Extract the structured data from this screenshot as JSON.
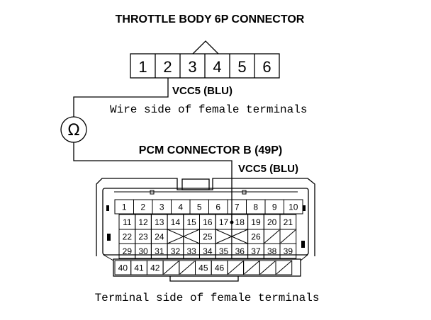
{
  "throttle_connector": {
    "title": "THROTTLE BODY 6P CONNECTOR",
    "pins": [
      "1",
      "2",
      "3",
      "4",
      "5",
      "6"
    ],
    "probe_label": "VCC5 (BLU)",
    "view_label": "Wire side of female terminals"
  },
  "meter": {
    "symbol": "Ω"
  },
  "pcm_connector": {
    "title": "PCM CONNECTOR B (49P)",
    "probe_label": "VCC5 (BLU)",
    "view_label": "Terminal side of female terminals",
    "rows": [
      [
        "1",
        "2",
        "3",
        "4",
        "5",
        "6",
        "7",
        "8",
        "9",
        "10"
      ],
      [
        "11",
        "12",
        "13",
        "14",
        "15",
        "16",
        "17",
        "18",
        "19",
        "20",
        "21"
      ],
      [
        "22",
        "23",
        "24",
        "",
        "",
        "25",
        "",
        "",
        "26",
        "",
        ""
      ],
      [
        "29",
        "30",
        "31",
        "32",
        "33",
        "34",
        "35",
        "36",
        "37",
        "38",
        "39"
      ],
      [
        "40",
        "41",
        "42",
        "",
        "",
        "45",
        "46",
        "",
        "",
        "",
        ""
      ]
    ]
  }
}
